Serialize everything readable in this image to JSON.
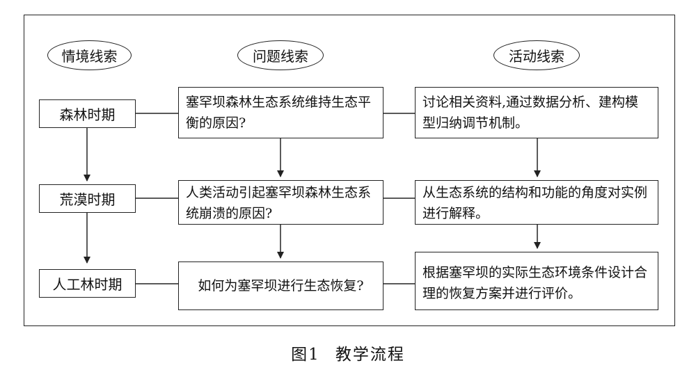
{
  "headers": {
    "context": "情境线索",
    "question": "问题线索",
    "activity": "活动线索"
  },
  "periods": [
    "森林时期",
    "荒漠时期",
    "人工林时期"
  ],
  "questions": [
    "塞罕坝森林生态系统维持生态平衡的原因?",
    "人类活动引起塞罕坝森林生态系统崩溃的原因?",
    "如何为塞罕坝进行生态恢复?"
  ],
  "activities": [
    "讨论相关资料,通过数据分析、建构模型归纳调节机制。",
    "从生态系统的结构和功能的角度对实例进行解释。",
    "根据塞罕坝的实际生态环境条件设计合理的恢复方案并进行评价。"
  ],
  "caption": {
    "number": "图1",
    "title": "教学流程"
  }
}
